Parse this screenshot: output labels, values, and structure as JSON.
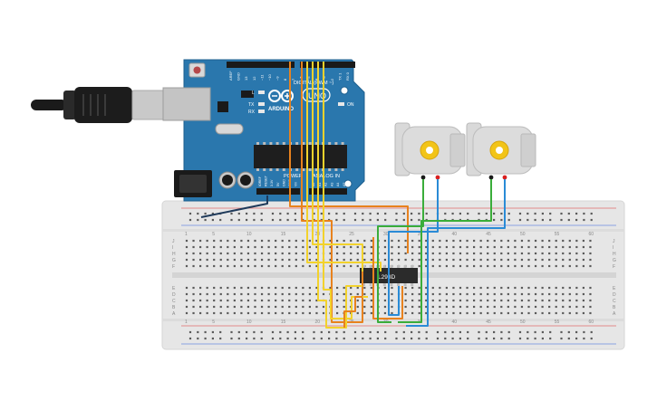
{
  "board": {
    "brand": "ARDUINO",
    "model": "UNO",
    "digital_label": "DIGITAL (PWM ~)",
    "power_label": "POWER",
    "analog_label": "ANALOG IN",
    "on_label": "ON",
    "l_label": "L",
    "tx_label": "TX",
    "rx_label": "RX",
    "top_pins": [
      "AREF",
      "GND",
      "13",
      "12",
      "~11",
      "~10",
      "~9",
      "8",
      "7",
      "~6",
      "~5",
      "4",
      "~3",
      "2",
      "TX 1",
      "RX 0"
    ],
    "power_pins": [
      "IOREF",
      "RESET",
      "3.3V",
      "5V",
      "GND",
      "GND",
      "Vin"
    ],
    "analog_pins": [
      "A0",
      "A1",
      "A2",
      "A3",
      "A4",
      "A5"
    ]
  },
  "ic": {
    "label": "L293D"
  },
  "breadboard": {
    "row_letters": [
      "A",
      "B",
      "C",
      "D",
      "E",
      "F",
      "G",
      "H",
      "I",
      "J"
    ],
    "column_numbers": [
      "1",
      "5",
      "10",
      "15",
      "20",
      "25",
      "30",
      "35",
      "40",
      "45",
      "50",
      "55",
      "60"
    ]
  },
  "colors": {
    "board": "#2a77ad",
    "breadboard": "#e6e6e6",
    "orange_wire": "#e8821e",
    "yellow_wire": "#f2d22c",
    "green_wire": "#3aad3a",
    "blue_wire": "#2a8bd6",
    "navy_wire": "#1f3a5a",
    "motor_gear": "#f2c418",
    "ic_body": "#2b2b2b"
  },
  "icons": [
    "usb-cable-icon",
    "dc-motor-icon",
    "gear-icon"
  ]
}
